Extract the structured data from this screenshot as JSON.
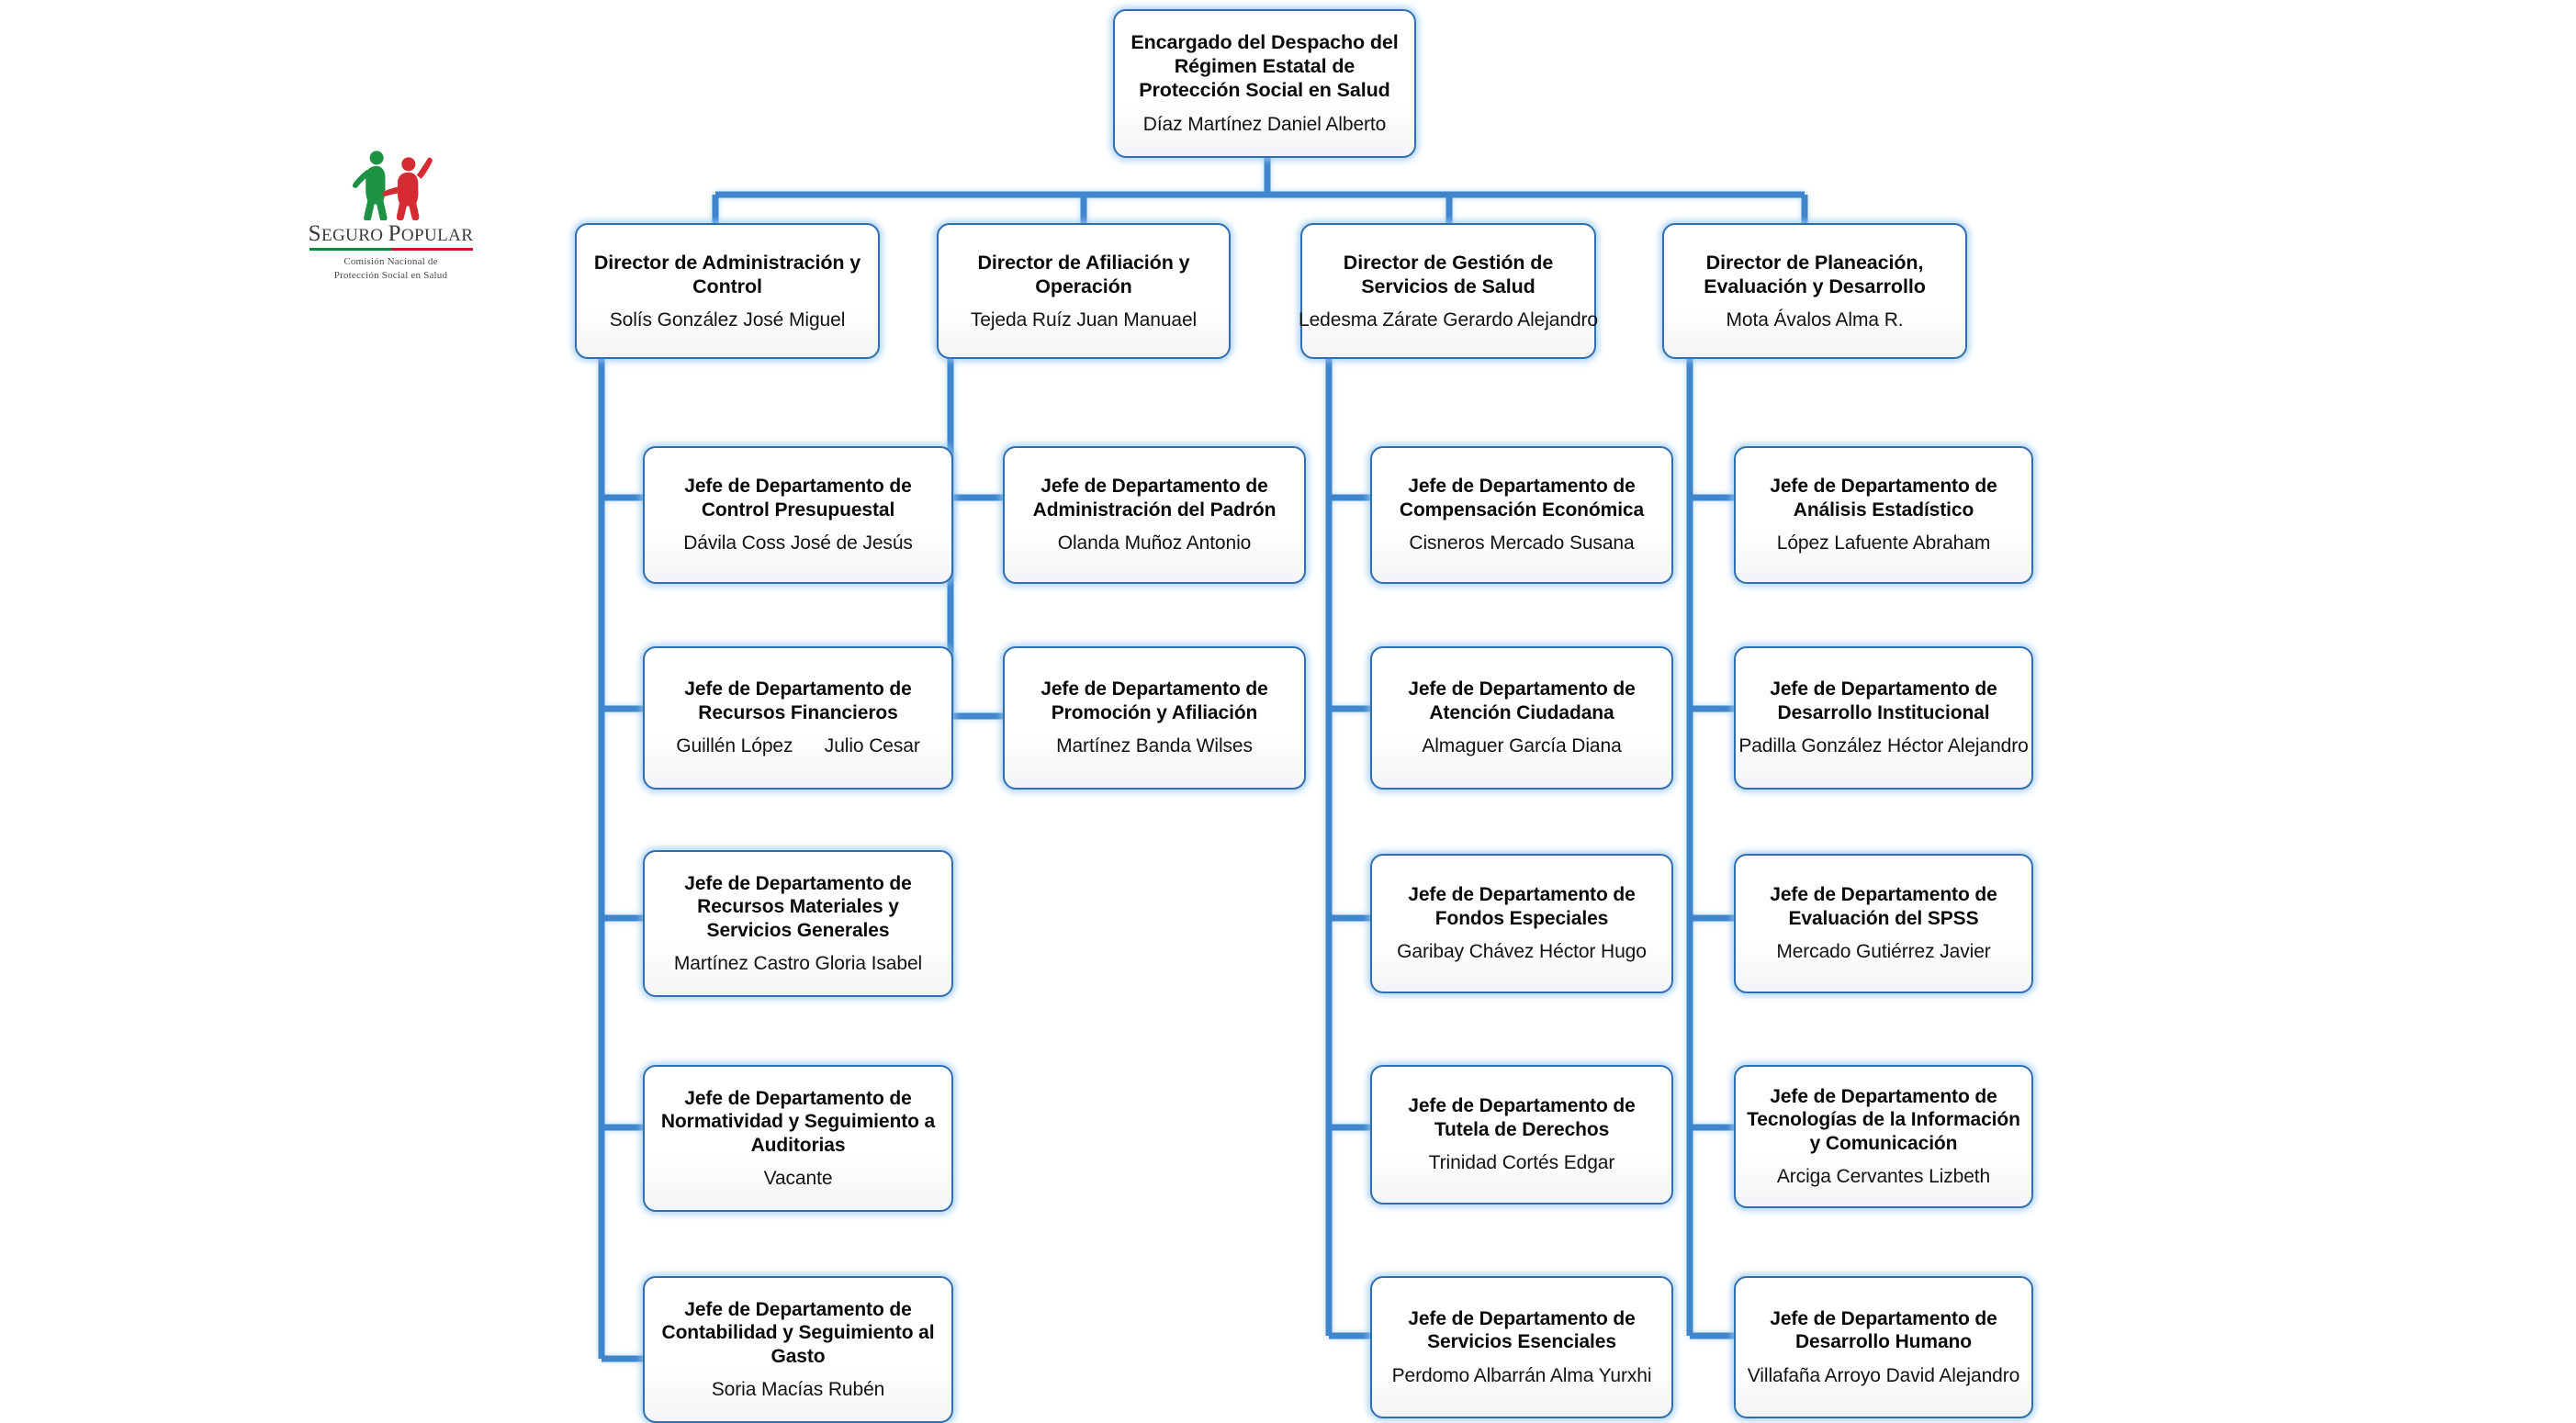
{
  "logo": {
    "name": "seguro-popular-logo",
    "wordmark_1": "S",
    "wordmark_2": "EGURO ",
    "wordmark_3": "P",
    "wordmark_4": "OPULAR",
    "subtitle_line_1": "Comisión Nacional de",
    "subtitle_line_2": "Protección Social en Salud",
    "figure_green": "#1e9244",
    "figure_red": "#d52b33"
  },
  "theme": {
    "line_color": "#3f86cd",
    "box_border": "#2f6fb0",
    "box_glow": "#96c6f0",
    "text_color": "#0a0a0a",
    "background": "#ffffff"
  },
  "root": {
    "title": "Encargado del Despacho del Régimen Estatal de Protección Social en Salud",
    "person": "Díaz Martínez Daniel Alberto"
  },
  "directors": [
    {
      "title": "Director de Administración y Control",
      "person": "Solís González José Miguel",
      "children": [
        {
          "title": "Jefe de Departamento de Control Presupuestal",
          "person": "Dávila Coss José de Jesús"
        },
        {
          "title": "Jefe de Departamento de Recursos Financieros",
          "person": "Guillén López      Julio Cesar"
        },
        {
          "title": "Jefe de Departamento de Recursos Materiales y Servicios Generales",
          "person": "Martínez Castro Gloria Isabel"
        },
        {
          "title": "Jefe de Departamento de Normatividad y Seguimiento a Auditorias",
          "person": "Vacante"
        },
        {
          "title": "Jefe de Departamento de Contabilidad y Seguimiento al Gasto",
          "person": "Soria Macías Rubén"
        }
      ]
    },
    {
      "title": "Director de Afiliación y Operación",
      "person": "Tejeda Ruíz Juan Manuael",
      "children": [
        {
          "title": "Jefe de Departamento de Administración del Padrón",
          "person": "Olanda Muñoz Antonio"
        },
        {
          "title": "Jefe de Departamento de Promoción y Afiliación",
          "person": "Martínez Banda Wilses"
        }
      ]
    },
    {
      "title": "Director de Gestión de Servicios de Salud",
      "person": "Ledesma Zárate Gerardo Alejandro",
      "children": [
        {
          "title": "Jefe de Departamento de Compensación Económica",
          "person": "Cisneros Mercado Susana"
        },
        {
          "title": "Jefe de Departamento de Atención Ciudadana",
          "person": "Almaguer García Diana"
        },
        {
          "title": "Jefe de Departamento de Fondos Especiales",
          "person": "Garibay Chávez Héctor Hugo"
        },
        {
          "title": "Jefe de Departamento de Tutela de Derechos",
          "person": "Trinidad Cortés Edgar"
        },
        {
          "title": "Jefe de Departamento de Servicios Esenciales",
          "person": "Perdomo Albarrán Alma Yurxhi"
        }
      ]
    },
    {
      "title": "Director de Planeación, Evaluación y Desarrollo",
      "person": "Mota Ávalos Alma R.",
      "children": [
        {
          "title": "Jefe de Departamento de Análisis Estadístico",
          "person": "López Lafuente Abraham"
        },
        {
          "title": "Jefe de Departamento de Desarrollo Institucional",
          "person": "Padilla González Héctor Alejandro"
        },
        {
          "title": "Jefe de Departamento de Evaluación del SPSS",
          "person": "Mercado Gutiérrez Javier"
        },
        {
          "title": "Jefe de Departamento de Tecnologías de la Información y Comunicación",
          "person": "Arciga Cervantes Lizbeth"
        },
        {
          "title": "Jefe de Departamento de Desarrollo Humano",
          "person": "Villafaña Arroyo David Alejandro"
        }
      ]
    }
  ]
}
